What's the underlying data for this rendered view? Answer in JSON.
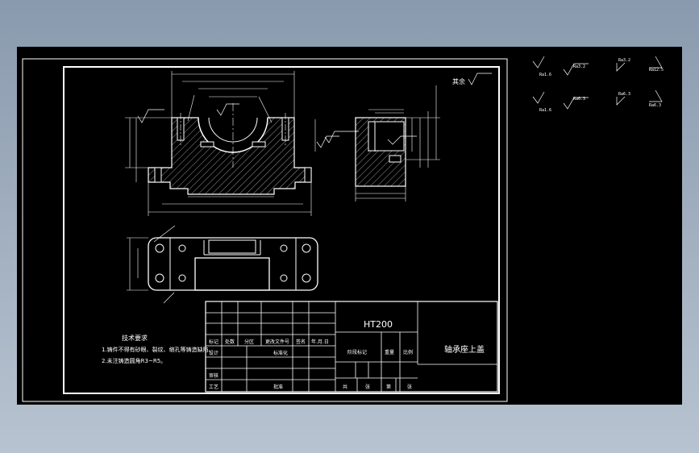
{
  "drawing": {
    "material": "HT200",
    "part_name": "轴承座上盖",
    "tech_req_title": "技术要求",
    "tech_req_items": [
      "1.铸件不得有砂眼、裂纹、缩孔等铸造缺陷。",
      "2.未注铸造圆角R3~R5。"
    ],
    "other_roughness_label": "其余",
    "title_block": {
      "sig_row": [
        "标记",
        "处数",
        "分区",
        "更改文件号",
        "签名",
        "年.月.日"
      ],
      "design_label": "设计",
      "standardize_label": "标准化",
      "stage_mark_label": "阶段标记",
      "weight_label": "重量",
      "scale_label": "比例",
      "review_label": "审核",
      "process_label": "工艺",
      "approve_label": "批准",
      "sheet_labels": [
        "共",
        "张",
        "第",
        "张"
      ]
    },
    "roughness_legend": [
      "Ra1.6",
      "Ra3.2",
      "Ra3.2",
      "Ra12.5",
      "Ra1.6",
      "Ra6.3",
      "Ra6.3",
      "Ra6.3"
    ]
  }
}
